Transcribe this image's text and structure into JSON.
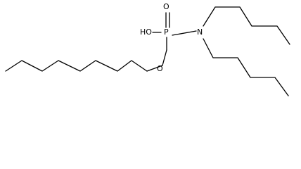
{
  "molecule": {
    "atoms": {
      "oxygen_double": "O",
      "hydroxyl": "HO",
      "phosphorus": "P",
      "nitrogen": "N",
      "ester_oxygen": "O"
    }
  }
}
